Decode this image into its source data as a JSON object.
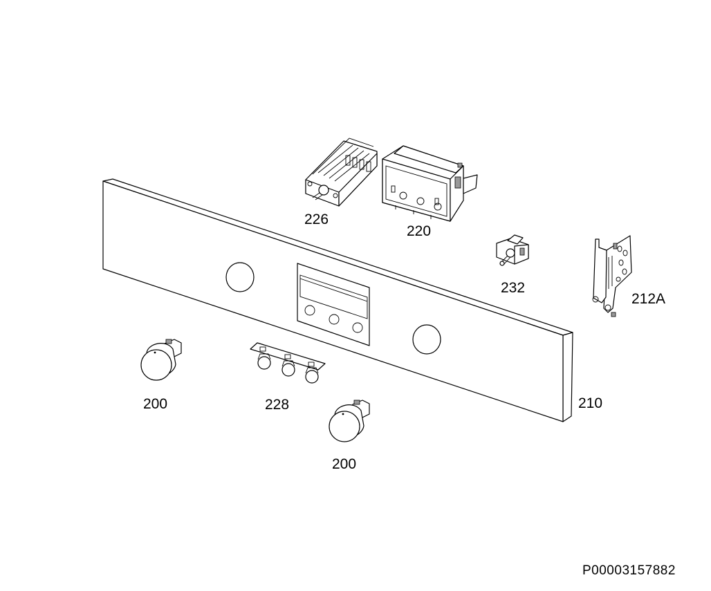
{
  "diagram": {
    "callouts": [
      {
        "id": "226",
        "label": "226"
      },
      {
        "id": "220",
        "label": "220"
      },
      {
        "id": "232",
        "label": "232"
      },
      {
        "id": "212A",
        "label": "212A"
      },
      {
        "id": "200a",
        "label": "200"
      },
      {
        "id": "228",
        "label": "228"
      },
      {
        "id": "210",
        "label": "210"
      },
      {
        "id": "200b",
        "label": "200"
      }
    ],
    "document_number": "P00003157882"
  }
}
